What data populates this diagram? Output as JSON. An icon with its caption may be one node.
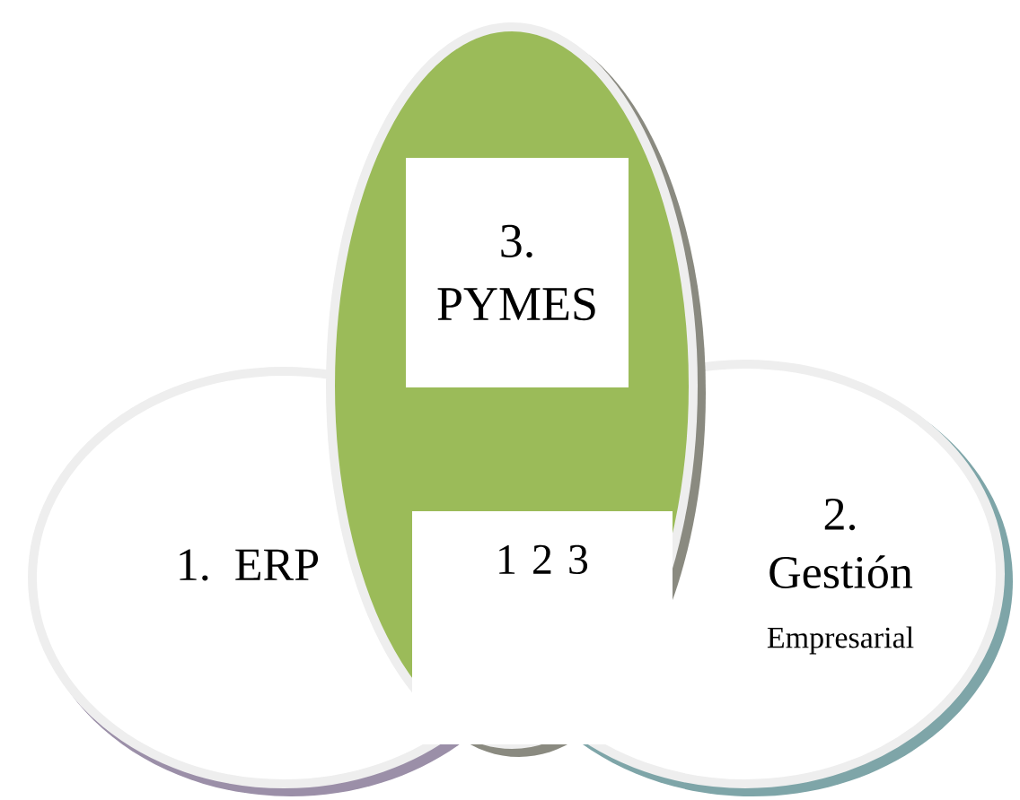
{
  "diagram": {
    "nodes": [
      {
        "text": [
          "1. ERP"
        ]
      },
      {
        "text": [
          "2. Gestión",
          "Empresarial"
        ]
      },
      {
        "text": [],
        "shape": "ellipse"
      },
      {
        "text": [
          "3. PYMES"
        ],
        "in": 2
      },
      {
        "text": [
          "1 2 3"
        ],
        "in": 2
      }
    ]
  }
}
